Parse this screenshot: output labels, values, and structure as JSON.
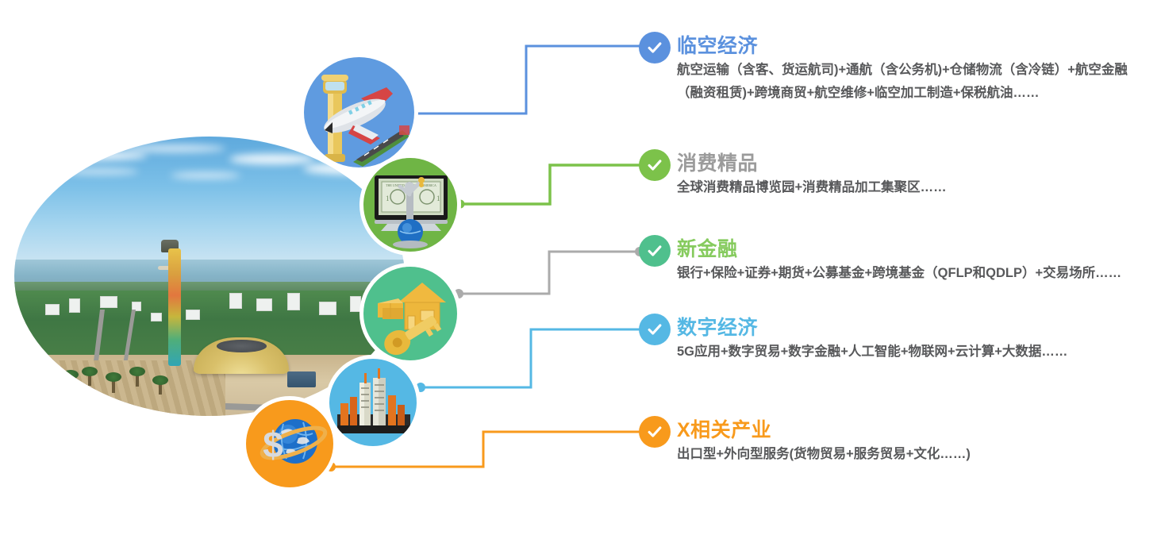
{
  "infographic": {
    "title_semantic": "hainan-free-trade-port-industry-structure",
    "hero": {
      "name": "aerial-coastal-city-photo",
      "subject": "coastal city aerial view with colourful observation tower, golden dome theatre, plaza and sea horizon"
    },
    "colors": {
      "blue": "#5B91DE",
      "green": "#7CC24A",
      "mint": "#4FC08D",
      "sky": "#55B8E4",
      "orange": "#F89A1C",
      "gray_line": "#ABABAB",
      "gray_title": "#9B9B9B",
      "body_text": "#58595B",
      "light_green_title": "#86CB5E"
    },
    "entries": [
      {
        "id": "linkong-jingji",
        "icon_name": "airport-airplane-icon",
        "badge_name": "check-badge-blue",
        "title": "临空经济",
        "title_color": "#5B91DE",
        "body": "航空运输（含客、货运航司)+通航（含公务机)+仓储物流（含冷链）+航空金融（融资租赁)+跨境商贸+航空维修+临空加工制造+保税航油……",
        "connector_color": "#5B91DE"
      },
      {
        "id": "xiaofei-jingpin",
        "icon_name": "dollar-screen-globe-icon",
        "badge_name": "check-badge-green",
        "title": "消费精品",
        "title_color": "#9B9B9B",
        "body": "全球消费精品博览园+消费精品加工集聚区……",
        "connector_color": "#7CC24A"
      },
      {
        "id": "xin-jinrong",
        "icon_name": "house-key-icon",
        "badge_name": "check-badge-mint",
        "title": "新金融",
        "title_color": "#86CB5E",
        "body": "银行+保险+证券+期货+公募基金+跨境基金（QFLP和QDLP）+交易场所……",
        "connector_color": "#ABABAB"
      },
      {
        "id": "shuzi-jingji",
        "icon_name": "city-skyline-icon",
        "badge_name": "check-badge-sky",
        "title": "数字经济",
        "title_color": "#55B8E4",
        "body": "5G应用+数字贸易+数字金融+人工智能+物联网+云计算+大数据……",
        "connector_color": "#55B8E4"
      },
      {
        "id": "x-xiangguan-chanye",
        "icon_name": "globe-dollar-icon",
        "badge_name": "check-badge-orange",
        "title": "X相关产业",
        "title_color": "#F89A1C",
        "body": "出口型+外向型服务(货物贸易+服务贸易+文化……)",
        "connector_color": "#F89A1C"
      }
    ]
  }
}
